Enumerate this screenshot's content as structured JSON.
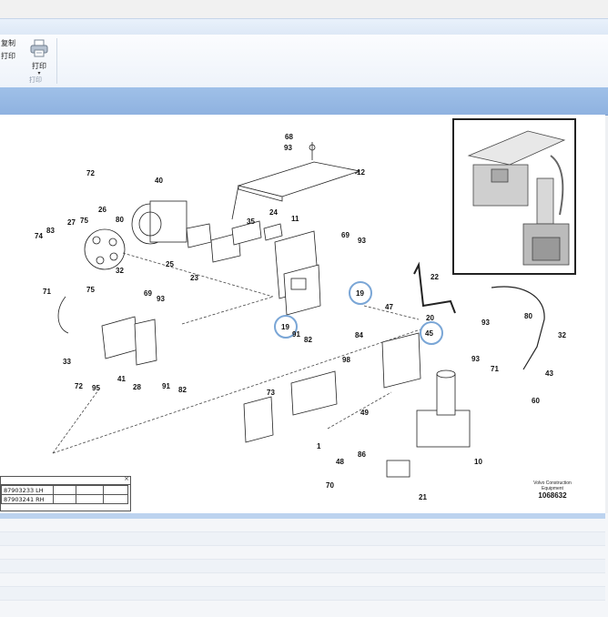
{
  "toolbar": {
    "copy_label": "复制",
    "print_small_label": "打印",
    "print_button_label": "打印",
    "print_group_label": "打印"
  },
  "diagram": {
    "labels": [
      "68",
      "93",
      "12",
      "72",
      "40",
      "26",
      "27",
      "75",
      "80",
      "74",
      "83",
      "71",
      "75",
      "32",
      "25",
      "23",
      "35",
      "24",
      "11",
      "69",
      "93",
      "69",
      "93",
      "19",
      "47",
      "22",
      "20",
      "45",
      "33",
      "72",
      "95",
      "41",
      "28",
      "91",
      "82",
      "19",
      "91",
      "82",
      "84",
      "98",
      "93",
      "80",
      "32",
      "93",
      "71",
      "43",
      "60",
      "73",
      "49",
      "1",
      "48",
      "86",
      "70",
      "21",
      "10"
    ]
  },
  "parts_table": {
    "rows": [
      {
        "part": "87903233 LH"
      },
      {
        "part": "87903241 RH"
      }
    ]
  },
  "brand": {
    "line1": "Volvo Construction",
    "line2": "Equipment",
    "drawing_number": "1068632"
  }
}
